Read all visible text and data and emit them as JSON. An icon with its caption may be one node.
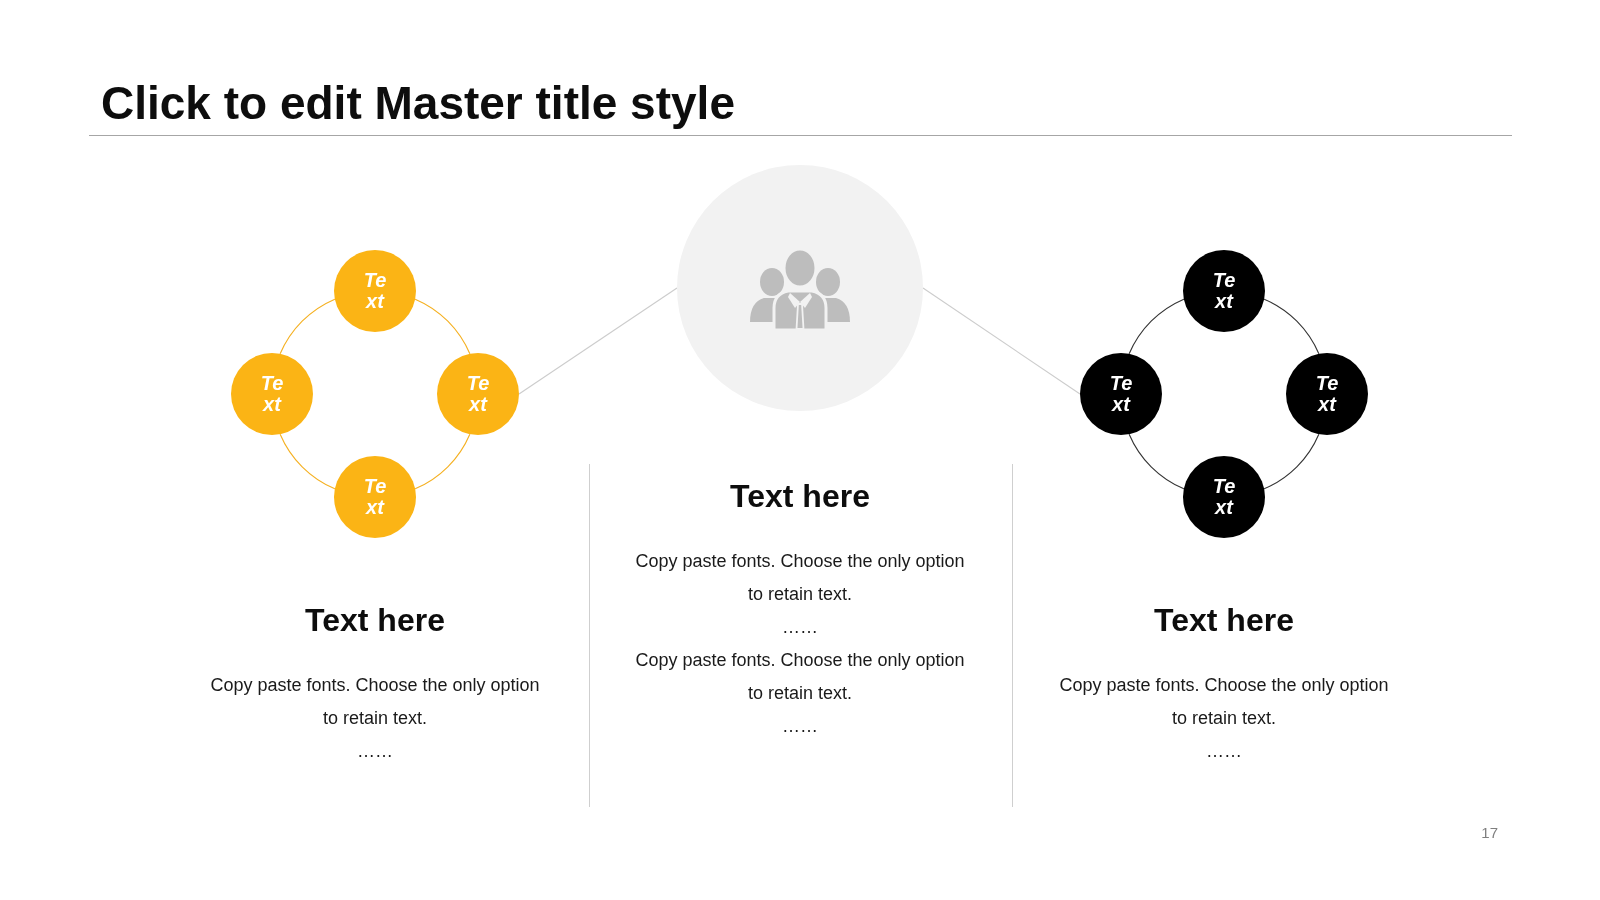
{
  "diagram": {
    "title": "Click to edit Master title style",
    "nodes": [
      {
        "text": [
          "Te xt"
        ]
      },
      {
        "text": [
          "Te xt"
        ]
      },
      {
        "text": [
          "Te xt"
        ]
      },
      {
        "text": [
          "Te xt"
        ]
      },
      {
        "text": [],
        "shape": "circle"
      },
      {
        "text": [
          "Te xt"
        ]
      },
      {
        "text": [
          "Te xt"
        ]
      },
      {
        "text": [
          "Te xt"
        ]
      },
      {
        "text": [
          "Te xt"
        ]
      }
    ],
    "edges": [
      {
        "from": 0,
        "to": 1,
        "arrow": "none",
        "color": "#f5b020"
      },
      {
        "from": 0,
        "to": 2,
        "arrow": "none",
        "color": "#f5b020"
      },
      {
        "from": 1,
        "to": 3,
        "arrow": "none",
        "color": "#f5b020"
      },
      {
        "from": 2,
        "to": 3,
        "arrow": "none",
        "color": "#f5b020"
      },
      {
        "from": 2,
        "to": 4,
        "arrow": "none",
        "color": "#cccccc"
      },
      {
        "from": 4,
        "to": 6,
        "arrow": "none",
        "color": "#cccccc"
      },
      {
        "from": 5,
        "to": 6,
        "arrow": "none",
        "color": "#333333"
      },
      {
        "from": 5,
        "to": 7,
        "arrow": "none",
        "color": "#333333"
      },
      {
        "from": 6,
        "to": 8,
        "arrow": "none",
        "color": "#333333"
      },
      {
        "from": 7,
        "to": 8,
        "arrow": "none",
        "color": "#333333"
      }
    ],
    "labels": [
      "Text here",
      "Copy paste fonts. Choose the only option to retain text.",
      "……",
      "Text here",
      "Copy paste fonts. Choose the only option to retain text.",
      "……",
      "Copy paste fonts. Choose the only option to retain text.",
      "……",
      "Text here",
      "Copy paste fonts. Choose the only option to retain text.",
      "……",
      "17"
    ]
  }
}
